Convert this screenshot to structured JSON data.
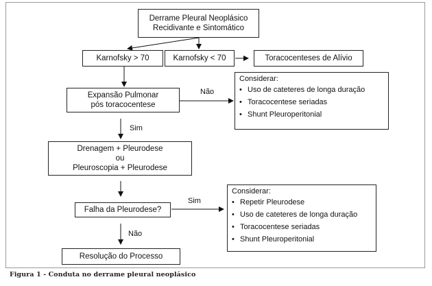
{
  "nodes": {
    "start": [
      "Derrame Pleural Neoplásico",
      "Recidivante e Sintomático"
    ],
    "karnofsky_high": "Karnofsky > 70",
    "karnofsky_low": "Karnofsky < 70",
    "relief": "Toracocenteses de Alívio",
    "expansion": [
      "Expansão Pulmonar",
      "pós toracocentese"
    ],
    "drainage": [
      "Drenagem + Pleurodese",
      "ou",
      "Pleuroscopia + Pleurodese"
    ],
    "failure": "Falha da Pleurodese?",
    "resolution": "Resolução do Processo"
  },
  "consider_1": {
    "heading": "Considerar:",
    "items": [
      "Uso de cateteres de longa duração",
      "Toracocentese seriadas",
      "Shunt Pleuroperitonial"
    ]
  },
  "consider_2": {
    "heading": "Considerar:",
    "items": [
      "Repetir Pleurodese",
      "Uso de cateteres de longa duração",
      "Toracocentese seriadas",
      "Shunt Pleuroperitonial"
    ]
  },
  "edge_labels": {
    "expansion_no": "Não",
    "expansion_yes": "Sim",
    "failure_yes": "Sim",
    "failure_no": "Não"
  },
  "caption": "Figura 1 - Conduta no derrame pleural neoplásico"
}
